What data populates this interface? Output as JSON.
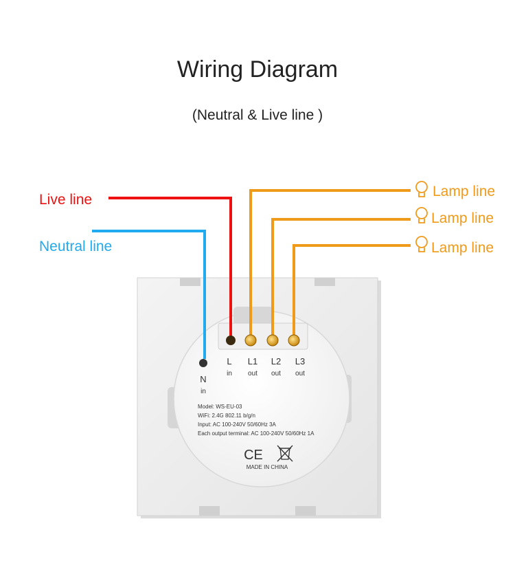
{
  "title": "Wiring Diagram",
  "subtitle": "(Neutral & Live line )",
  "labels": {
    "live": "Live line",
    "neutral": "Neutral line",
    "lamp1": "Lamp line",
    "lamp2": "Lamp line",
    "lamp3": "Lamp line"
  },
  "terminals": {
    "n": "N",
    "n_sub": "in",
    "l": "L",
    "l_sub": "in",
    "l1": "L1",
    "l1_sub": "out",
    "l2": "L2",
    "l2_sub": "out",
    "l3": "L3",
    "l3_sub": "out"
  },
  "specs": {
    "model": "Model:  WS-EU-03",
    "wifi": "WiFi: 2.4G 802.11 b/g/n",
    "input": "Input: AC 100-240V  50/60Hz  3A",
    "output": "Each output terminal: AC 100-240V  50/60Hz  1A",
    "ce": "CE",
    "made_in": "MADE IN CHINA"
  },
  "colors": {
    "live": "#ee1111",
    "neutral": "#22aaee",
    "lamp": "#f09a1a"
  }
}
